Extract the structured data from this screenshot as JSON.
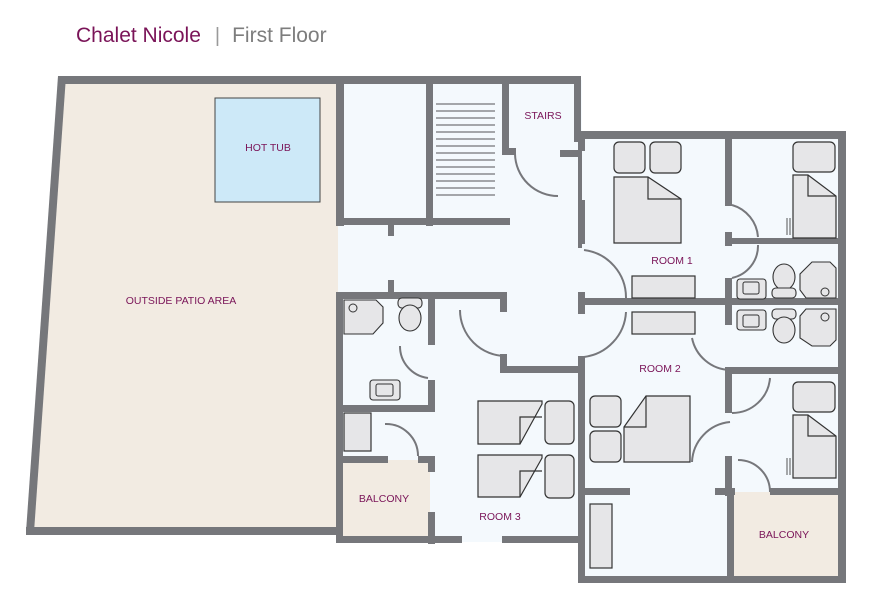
{
  "header": {
    "property_name": "Chalet Nicole",
    "separator": "|",
    "floor_name": "First Floor"
  },
  "colors": {
    "brand": "#7a1458",
    "wall": "#76777b",
    "interior_fill": "#f4f9fd",
    "exterior_fill": "#f2ebe2",
    "hot_tub_fill": "#cde9f8",
    "furniture_fill": "#e6e6e8"
  },
  "rooms": {
    "hot_tub": "HOT TUB",
    "patio": "OUTSIDE PATIO AREA",
    "stairs": "STAIRS",
    "room1": "ROOM 1",
    "room2": "ROOM 2",
    "room3": "ROOM 3",
    "balcony_left": "BALCONY",
    "balcony_right": "BALCONY"
  }
}
